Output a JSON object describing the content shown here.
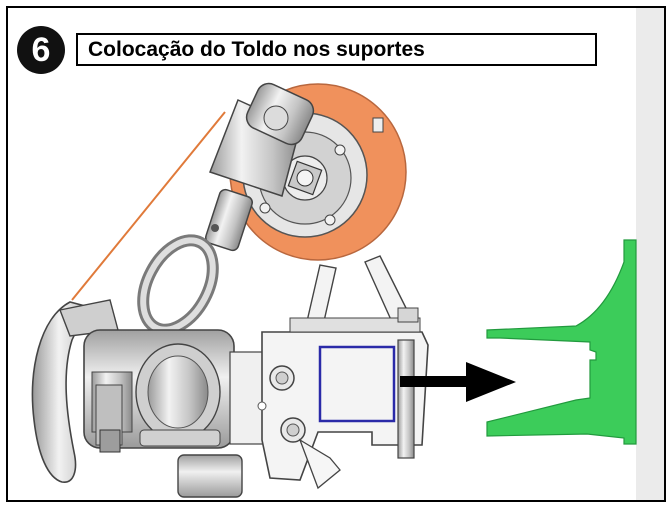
{
  "step": {
    "number": "6"
  },
  "title": "Colocação do Toldo nos suportes",
  "colors": {
    "roller": "#f0915c",
    "roller_core": "#ececec",
    "bracket": "#3ccc5a",
    "highlight_box": "#2a2aa8",
    "arrow": "#000000",
    "metal": "#d8d8d8"
  },
  "illustration": {
    "components": [
      "awning-roller",
      "crank-handle",
      "swivel-eye",
      "gear-motor",
      "mounting-clamp",
      "wall-bracket",
      "direction-arrow"
    ]
  }
}
